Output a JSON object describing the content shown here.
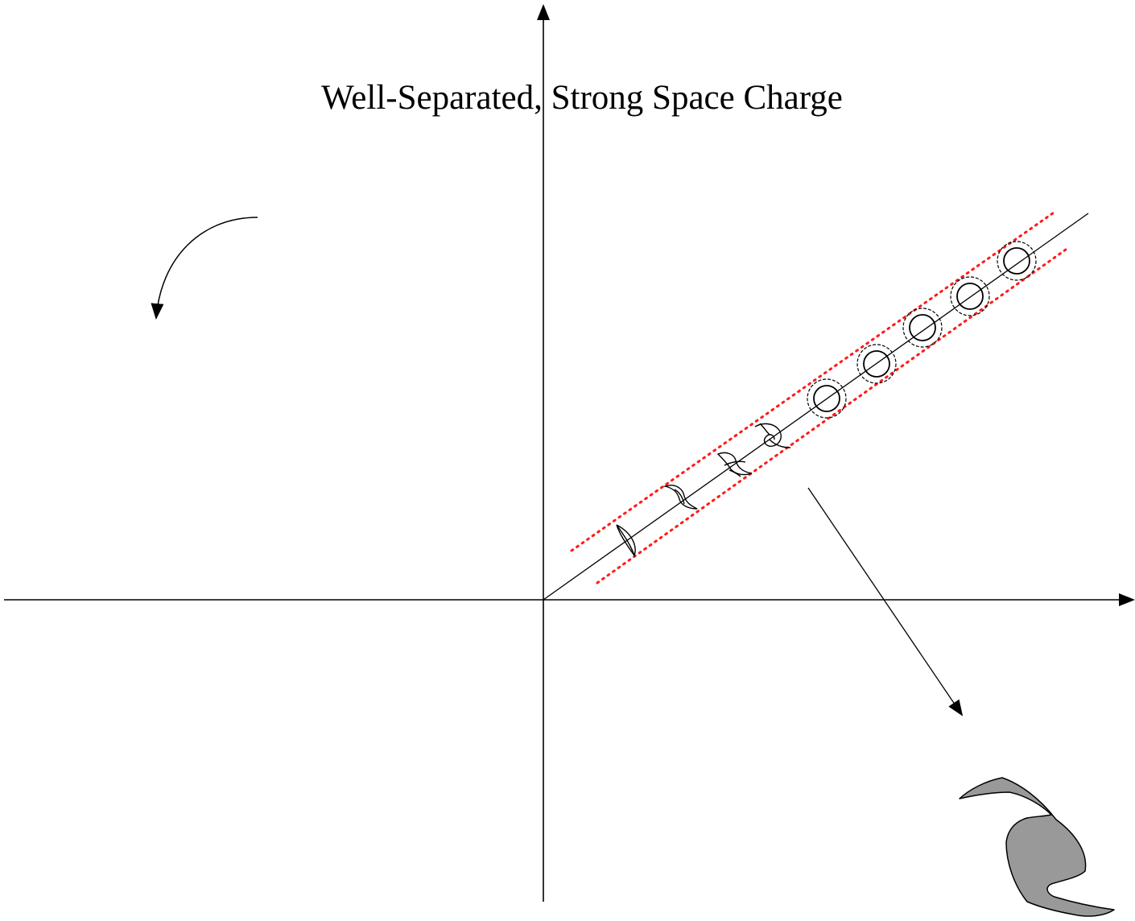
{
  "title": "Well-Separated, Strong Space Charge",
  "colors": {
    "background": "#ffffff",
    "line": "#000000",
    "boundary_dots": "#ff1a1a",
    "blob_fill": "#999999"
  },
  "elements": {
    "axes": "x-y coordinate axes with arrowheads",
    "rotation_arrow": "curved arrow (counter-clockwise)",
    "ray": "diagonal line from origin",
    "boundaries": "two red dotted lines parallel to the ray",
    "beam_shapes": [
      "crescent",
      "s-shape",
      "s-shape",
      "spiral",
      "double-circle",
      "double-circle",
      "double-circle",
      "double-circle",
      "double-circle"
    ],
    "zoom_arrow": "straight arrow pointing to magnified shape",
    "magnified_shape": "grey spiral filament"
  }
}
